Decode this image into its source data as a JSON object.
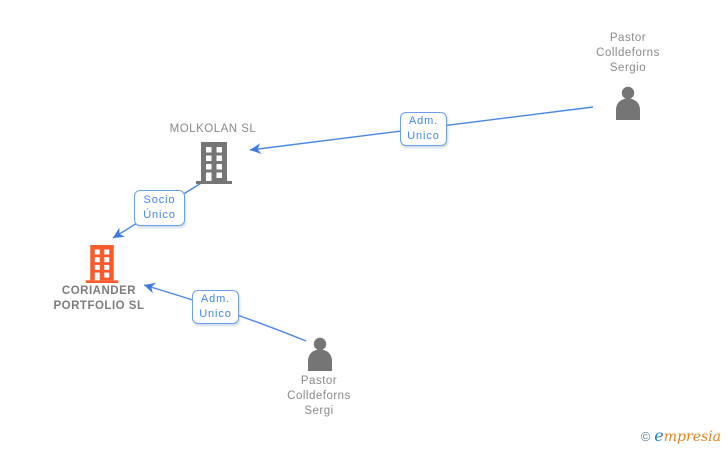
{
  "nodes": {
    "person_top": {
      "name": "Pastor\nColldeforns\nSergio",
      "type": "person"
    },
    "company_molkolan": {
      "name": "MOLKOLAN SL",
      "type": "company"
    },
    "company_coriander": {
      "name": "CORIANDER\nPORTFOLIO SL",
      "type": "company",
      "highlighted": true
    },
    "person_bottom": {
      "name": "Pastor\nColldeforns\nSergi",
      "type": "person"
    }
  },
  "edges": {
    "adm_unico_top": {
      "label": "Adm.\nUnico",
      "from": "Pastor Colldeforns Sergio",
      "to": "MOLKOLAN SL"
    },
    "socio_unico": {
      "label": "Socio\nÚnico",
      "from": "MOLKOLAN SL",
      "to": "CORIANDER PORTFOLIO SL"
    },
    "adm_unico_bottom": {
      "label": "Adm.\nUnico",
      "from": "Pastor Colldeforns Sergi",
      "to": "CORIANDER PORTFOLIO SL"
    }
  },
  "watermark": {
    "copyright": "©",
    "brand_first_letter": "e",
    "brand_rest": "mpresia"
  },
  "colors": {
    "edge_blue": "#4a86e8",
    "edge_label_text": "#4285f4",
    "edge_label_border": "#6b9ff5",
    "entity_text_gray": "#8a8a8a",
    "icon_gray": "#757575",
    "highlight_orange": "#fb5a2d",
    "watermark_blue": "#2980b9",
    "watermark_orange": "#e8821e",
    "background": "#ffffff"
  }
}
